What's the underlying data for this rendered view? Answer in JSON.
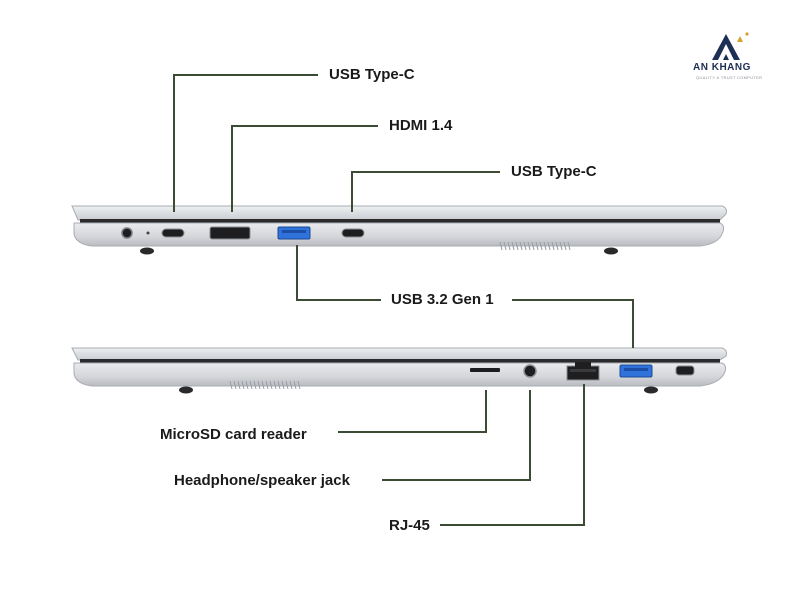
{
  "brand": {
    "name": "AN KHANG",
    "tagline": "QUALITY & TRUST COMPUTER"
  },
  "colors": {
    "callout_line": "#3c4b33",
    "chassis": "#d6d8dc",
    "chassis_edge": "#a9acb2",
    "port_blue": "#2f72d9",
    "brand_navy": "#1e2f55",
    "brand_gold": "#d6a42a"
  },
  "laptops": [
    {
      "view": "left side",
      "callouts": [
        {
          "label": "USB Type-C"
        },
        {
          "label": "HDMI 1.4"
        },
        {
          "label": "USB Type-C"
        }
      ]
    },
    {
      "view": "right side",
      "callouts": [
        {
          "label": "USB 3.2 Gen 1"
        },
        {
          "label": "MicroSD card reader"
        },
        {
          "label": "Headphone/speaker jack"
        },
        {
          "label": "RJ-45"
        }
      ]
    }
  ]
}
